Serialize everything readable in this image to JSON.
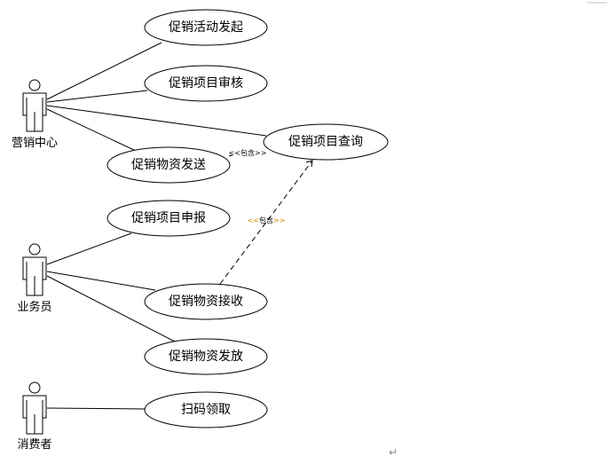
{
  "actors": [
    {
      "label": "营销中心"
    },
    {
      "label": "业务员"
    },
    {
      "label": "消费者"
    }
  ],
  "use_cases": [
    {
      "label": "促销活动发起"
    },
    {
      "label": "促销项目审核"
    },
    {
      "label": "促销项目查询"
    },
    {
      "label": "促销物资发送"
    },
    {
      "label": "促销项目申报"
    },
    {
      "label": "促销物资接收"
    },
    {
      "label": "促销物资发放"
    },
    {
      "label": "扫码领取"
    }
  ],
  "relations": {
    "include_open": "<<",
    "include_text": "包含",
    "include_close": ">>"
  },
  "paragraph_mark": "↵"
}
